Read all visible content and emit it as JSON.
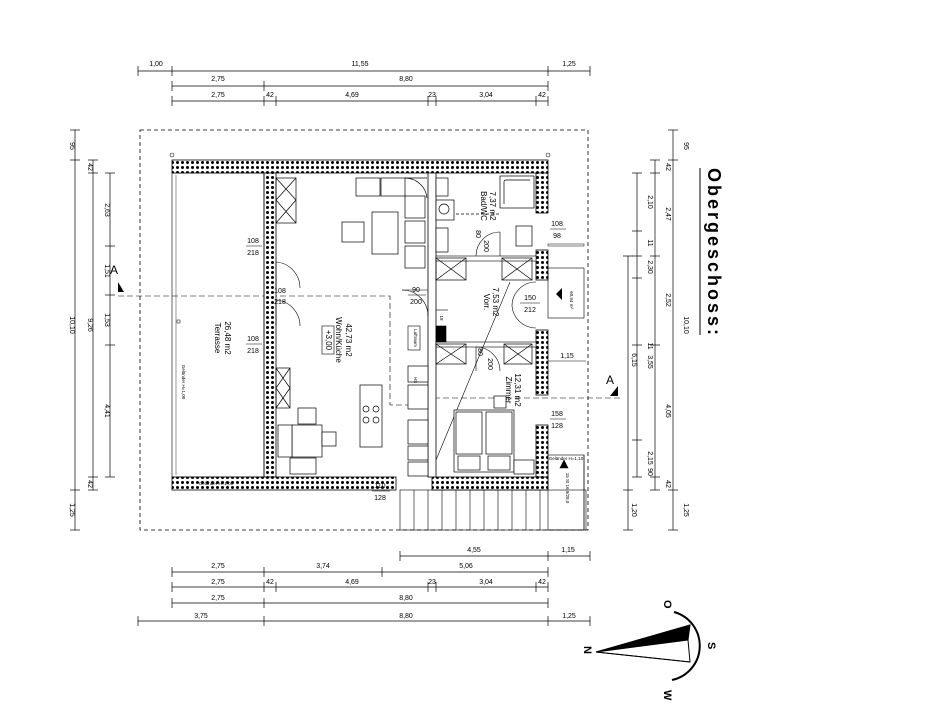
{
  "title": "Obergeschoss:",
  "section_marker": "A",
  "dims_top": {
    "row1": [
      "1,00",
      "11,55",
      "1,25"
    ],
    "row2": [
      "2,75",
      "8,80"
    ],
    "row3": [
      "2,75",
      "42",
      "4,69",
      "23",
      "3,04",
      "42"
    ]
  },
  "dims_bottom": {
    "row1": [
      "4,55",
      "1,15"
    ],
    "row2": [
      "2,75",
      "3,74",
      "5,06"
    ],
    "row3": [
      "2,75",
      "42",
      "4,69",
      "23",
      "3,04",
      "42"
    ],
    "row4": [
      "2,75",
      "8,80"
    ],
    "row5": [
      "3,75",
      "8,80",
      "1,25"
    ]
  },
  "dims_left": {
    "outer": [
      "95",
      "10,10",
      "1,25"
    ],
    "mid": [
      "42",
      "9,26",
      "42"
    ],
    "inner": [
      "2,63",
      "1,51",
      "1,53",
      "4,41"
    ]
  },
  "dims_right": {
    "outer": [
      "95",
      "10,10",
      "1,25"
    ],
    "mid": [
      "42",
      "2,47",
      "2,52",
      "4,05",
      "42"
    ],
    "inner": [
      "2,10",
      "11",
      "2,30",
      "11",
      "3,55",
      "2,15",
      "90"
    ],
    "extra": [
      "6,15",
      "1,20"
    ]
  },
  "openings": {
    "w1": [
      "108",
      "218"
    ],
    "w2": [
      "108",
      "218"
    ],
    "w3": [
      "108",
      "218"
    ],
    "d1": [
      "90",
      "200"
    ],
    "d2": [
      "80",
      "200"
    ],
    "d3": [
      "80",
      "200"
    ],
    "d4": [
      "150",
      "212"
    ],
    "w4": [
      "108",
      "98"
    ],
    "w5": [
      "158",
      "128"
    ],
    "d5": [
      "110",
      "128"
    ],
    "w6": [
      "1,15"
    ]
  },
  "rooms": {
    "terrasse": [
      "Terrasse",
      "26,48 m2"
    ],
    "wohnkueche": [
      "Wohn/Küche",
      "42,73 m2",
      "+3,00"
    ],
    "bad": [
      "Bad/WC",
      "7,37 m2"
    ],
    "vorr": [
      "Vorr.",
      "7,53 m2"
    ],
    "zimmer": [
      "Zimmer",
      "12,31 m2"
    ]
  },
  "notes": {
    "gelaender1": "Geländer H=1,00",
    "gelaender2": "Geländer H=1,00",
    "gelaender3": "Geländer H=1,10",
    "stair": "60,94 m²",
    "luft": "Luftraum",
    "stepcount": "18",
    "deck": "15 St 16,9/28,0",
    "hs": "HS"
  },
  "compass": {
    "n": "N",
    "s": "S",
    "o": "O",
    "w": "W"
  }
}
